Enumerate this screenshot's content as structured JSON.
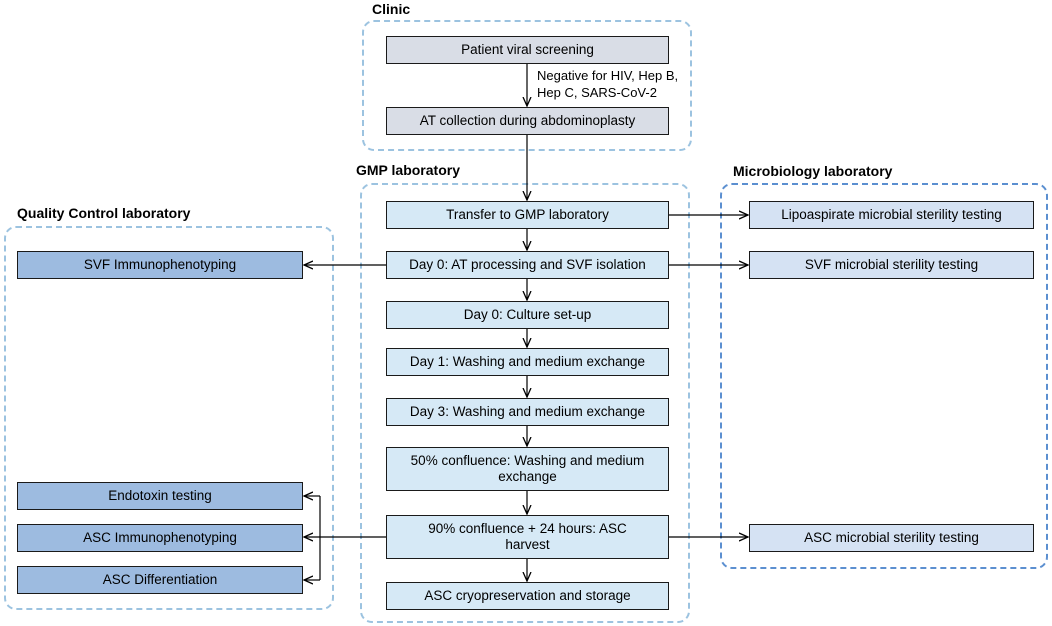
{
  "regions": {
    "clinic": "Clinic",
    "gmp": "GMP laboratory",
    "qc": "Quality Control laboratory",
    "micro": "Microbiology laboratory"
  },
  "clinic": {
    "screening": "Patient viral screening",
    "note": [
      "Negative for HIV, Hep B,",
      "Hep C, SARS-CoV-2"
    ],
    "collection": "AT collection during abdominoplasty"
  },
  "gmp": {
    "steps": [
      "Transfer to GMP laboratory",
      "Day 0: AT processing and SVF isolation",
      "Day 0: Culture set-up",
      "Day 1: Washing and medium exchange",
      "Day 3: Washing and medium exchange",
      "50% confluence: Washing and medium exchange",
      "90% confluence + 24 hours: ASC harvest",
      "ASC cryopreservation and storage"
    ]
  },
  "qc": {
    "items": [
      "SVF Immunophenotyping",
      "Endotoxin testing",
      "ASC Immunophenotyping",
      "ASC Differentiation"
    ]
  },
  "micro": {
    "items": [
      "Lipoaspirate microbial sterility testing",
      "SVF microbial sterility testing",
      "ASC microbial sterility testing"
    ]
  },
  "colors": {
    "clinic_box": "#d9dde6",
    "gmp_box": "#d6e9f6",
    "qc_box": "#9dbbe0",
    "micro_box": "#d5e2f3",
    "dashed_border": "#9cc3e0",
    "micro_border": "#5b8fd0"
  }
}
